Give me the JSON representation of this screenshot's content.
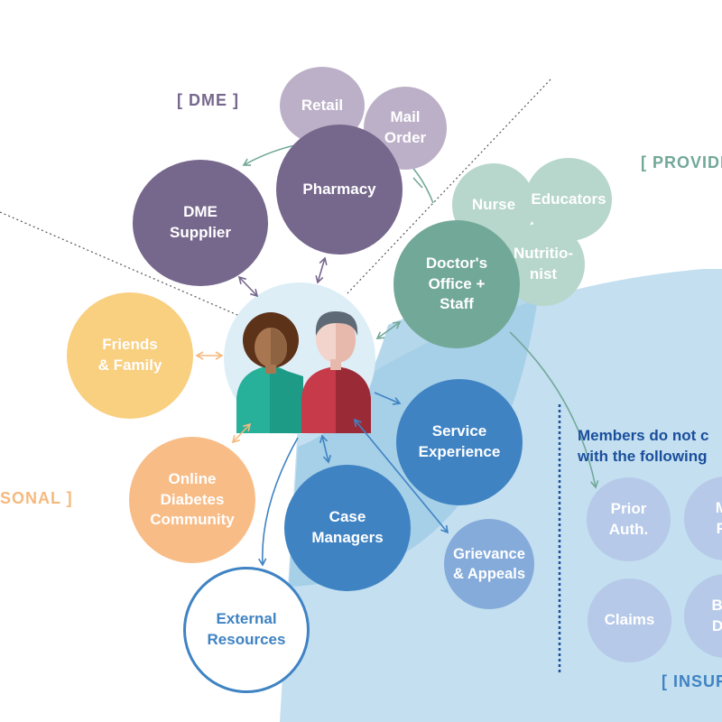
{
  "sections": {
    "dme": "[ DME ]",
    "provider": "[ PROVIDER",
    "personal": "SONAL ]",
    "insurer": "[ INSUR"
  },
  "note": "Members do not c\nwith the following",
  "nodes": {
    "retail": "Retail",
    "mail_order": "Mail\nOrder",
    "pharmacy": "Pharmacy",
    "dme_supplier": "DME\nSupplier",
    "nurse": "Nurse",
    "educators": "Educators",
    "nutritionist": "Nutritio-\nnist",
    "doctors_office": "Doctor's\nOffice +\nStaff",
    "friends_family": "Friends\n& Family",
    "online_community": "Online\nDiabetes\nCommunity",
    "service_experience": "Service\nExperience",
    "case_managers": "Case\nManagers",
    "grievance": "Grievance\n& Appeals",
    "external_resources": "External\nResources",
    "prior_auth": "Prior\nAuth.",
    "medical_policy": "Me\nPo",
    "claims": "Claims",
    "benefit_design": "Ben\nDes"
  },
  "colors": {
    "dme": "#76678c",
    "dme_light": "#bcb0c8",
    "provider": "#72a898",
    "provider_light": "#b7d6cc",
    "personal_dark": "#f8bc87",
    "personal_light": "#f9cf80",
    "insurer_dark": "#3f83c3",
    "insurer_mid": "#85abda",
    "insurer_light": "#b6c9e8",
    "insurer_zone": "#c3dff0",
    "insurer_zone_inner": "#9ccae6"
  }
}
